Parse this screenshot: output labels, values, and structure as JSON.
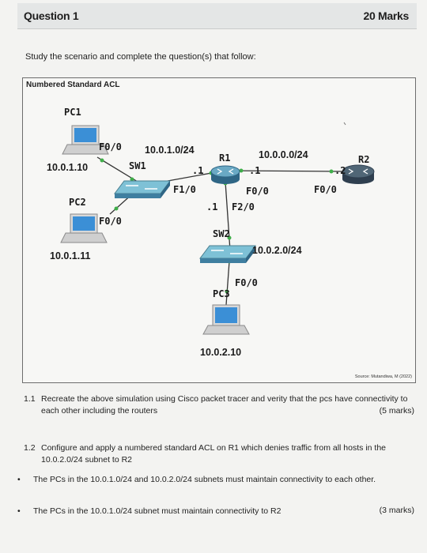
{
  "header": {
    "title": "Question 1",
    "marks": "20 Marks"
  },
  "instruction": "Study the scenario and complete the question(s) that follow:",
  "figure": {
    "title": "Numbered Standard ACL",
    "labels": {
      "pc1": "PC1",
      "pc2": "PC2",
      "pc3": "PC3",
      "sw1": "SW1",
      "sw2": "SW2",
      "r1": "R1",
      "r2": "R2",
      "sw1_f00": "F0/0",
      "pc2_f00": "F0/0",
      "r1_f10": "F1/0",
      "r1_f00": "F0/0",
      "r2_f00": "F0/0",
      "r1_f20": "F2/0",
      "pc3_f00": "F0/0",
      "net1": "10.0.1.0/24",
      "net0": "10.0.0.0/24",
      "net2": "10.0.2.0/24",
      "ip_pc1": "10.0.1.10",
      "ip_pc2": "10.0.1.11",
      "ip_pc3": "10.0.2.10",
      "r1_dot1_a": ".1",
      "r1_dot1_b": ".1",
      "r1_dot1_c": ".1",
      "r2_dot2": ".2"
    },
    "source": "Source: Mutandiwa, M (2022)"
  },
  "q1_1": {
    "num": "1.1",
    "text": "Recreate the above simulation using Cisco packet tracer and verity that the pcs have connectivity to each other including the routers",
    "marks": "(5 marks)"
  },
  "q1_2": {
    "num": "1.2",
    "text": "Configure and apply a numbered standard ACL on R1 which denies traffic from all hosts in the 10.0.2.0/24 subnet to R2",
    "bullet1": "The PCs in the 10.0.1.0/24 and 10.0.2.0/24 subnets must maintain connectivity to each other.",
    "bullet2": "The PCs in the 10.0.1.0/24 subnet must maintain connectivity to R2",
    "marks": "(3 marks)"
  }
}
